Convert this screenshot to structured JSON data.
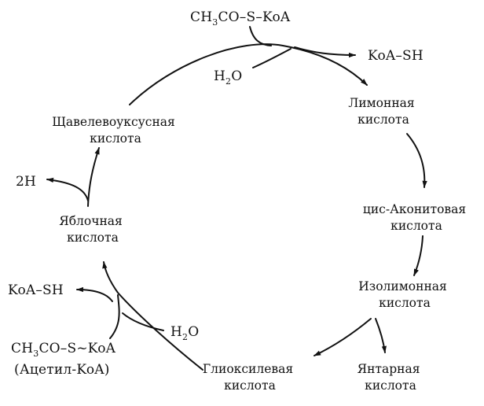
{
  "cycle": {
    "acetyl_coa_top": {
      "main": "CH",
      "sub": "3",
      "rest": "CO–S–KoA"
    },
    "koa_sh_top": "KoA–SH",
    "h2o_top": {
      "main": "H",
      "sub": "2",
      "rest": "O"
    },
    "citric_acid": [
      "Лимонная",
      "кислота"
    ],
    "cis_aconitic_acid": [
      "цис-Аконитовая",
      "кислота"
    ],
    "isocitric_acid": [
      "Изолимонная",
      "кислота"
    ],
    "succinic_acid": [
      "Янтарная",
      "кислота"
    ],
    "glyoxylic_acid": [
      "Глиоксилевая",
      "кислота"
    ],
    "h2o_bottom": {
      "main": "H",
      "sub": "2",
      "rest": "O"
    },
    "acetyl_coa_bottom": {
      "main": "CH",
      "sub": "3",
      "rest": "CO–S~KoA"
    },
    "acetyl_coa_name": "(Ацетил-KoA)",
    "koa_sh_left": "KoA–SH",
    "malic_acid": [
      "Яблочная",
      "кислота"
    ],
    "two_h": "2H",
    "oxaloacetic_acid": [
      "Щавелевоуксусная",
      "кислота"
    ]
  }
}
